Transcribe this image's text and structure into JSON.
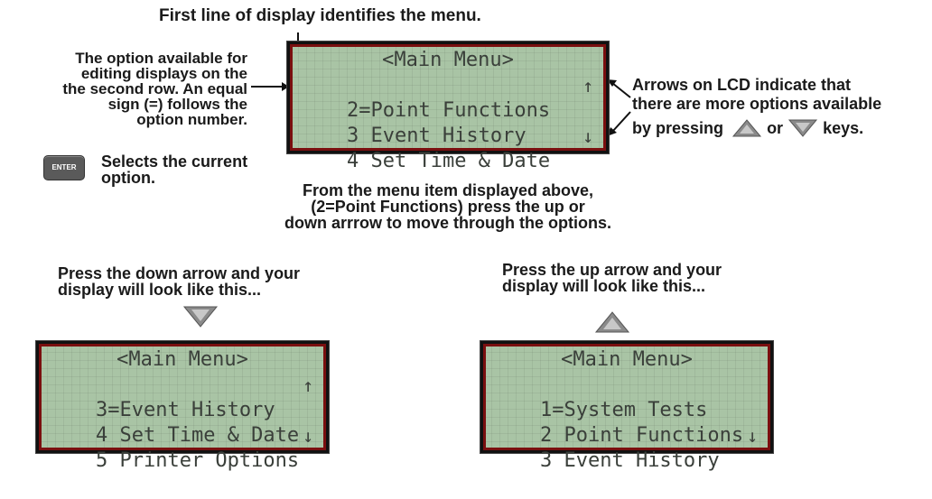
{
  "top_caption": "First line of display identifies the menu.",
  "left_note": [
    "The option available for",
    "editing displays on the",
    "the second row. An equal",
    "sign (=) follows the",
    "option number."
  ],
  "right_note": {
    "line1": "Arrows on LCD indicate that",
    "line2": "there are more options available",
    "line3_a": "by pressing",
    "line3_b": "or",
    "line3_c": "keys."
  },
  "enter_key": {
    "label": "ENTER",
    "desc": [
      "Selects the current",
      "option."
    ]
  },
  "center_note": [
    "From the menu item displayed above,",
    "(2=Point Functions) press the up or",
    "down arrrow to move through the options."
  ],
  "down_note": [
    "Press the down arrow and your",
    "display will look like this..."
  ],
  "up_note": [
    "Press the up arrow and your",
    "display will look like this..."
  ],
  "lcd_main": {
    "title": "<Main Menu>",
    "rows": [
      {
        "text": "2=Point Functions",
        "arrow": "↑"
      },
      {
        "text": "3 Event History",
        "arrow": ""
      },
      {
        "text": "4 Set Time & Date",
        "arrow": "↓"
      }
    ]
  },
  "lcd_down": {
    "title": "<Main Menu>",
    "rows": [
      {
        "text": "3=Event History",
        "arrow": "↑"
      },
      {
        "text": "4 Set Time & Date",
        "arrow": ""
      },
      {
        "text": "5 Printer Options",
        "arrow": "↓"
      }
    ]
  },
  "lcd_up": {
    "title": "<Main Menu>",
    "rows": [
      {
        "text": "1=System Tests",
        "arrow": ""
      },
      {
        "text": "2 Point Functions",
        "arrow": ""
      },
      {
        "text": "3 Event History",
        "arrow": "↓"
      }
    ]
  },
  "colors": {
    "lcd_bg": "#a9c4a5",
    "frame": "#7a0f0f",
    "key": "#5a5a5a"
  },
  "icons": [
    "up-key-icon",
    "down-key-icon",
    "enter-key-icon"
  ]
}
